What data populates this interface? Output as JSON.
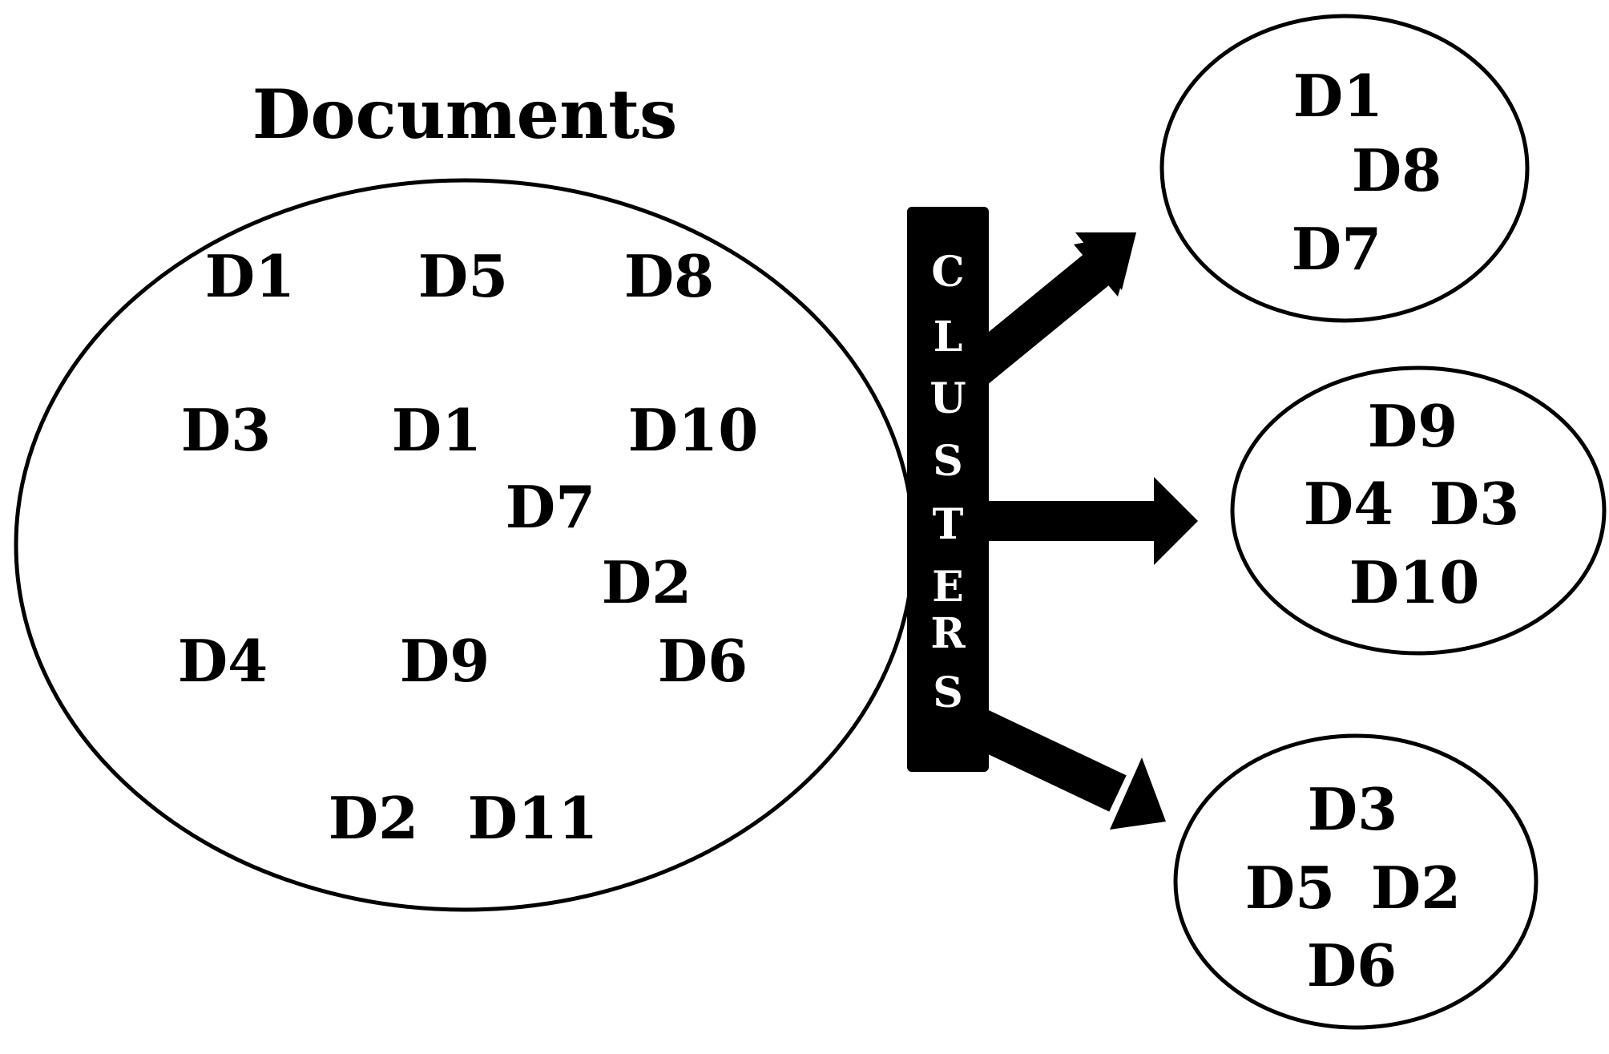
{
  "diagram": {
    "title": "Documents",
    "source_documents": [
      "D1",
      "D5",
      "D8",
      "D3",
      "D1",
      "D10",
      "D7",
      "D2",
      "D4",
      "D9",
      "D6",
      "D2",
      "D11"
    ],
    "process_label_letters": [
      "C",
      "L",
      "U",
      "S",
      "T",
      "E",
      "R",
      "S"
    ],
    "clusters": [
      {
        "documents": [
          "D1",
          "D8",
          "D7"
        ]
      },
      {
        "documents": [
          "D9",
          "D4",
          "D3",
          "D10"
        ]
      },
      {
        "documents": [
          "D3",
          "D5",
          "D2",
          "D6"
        ]
      }
    ]
  }
}
